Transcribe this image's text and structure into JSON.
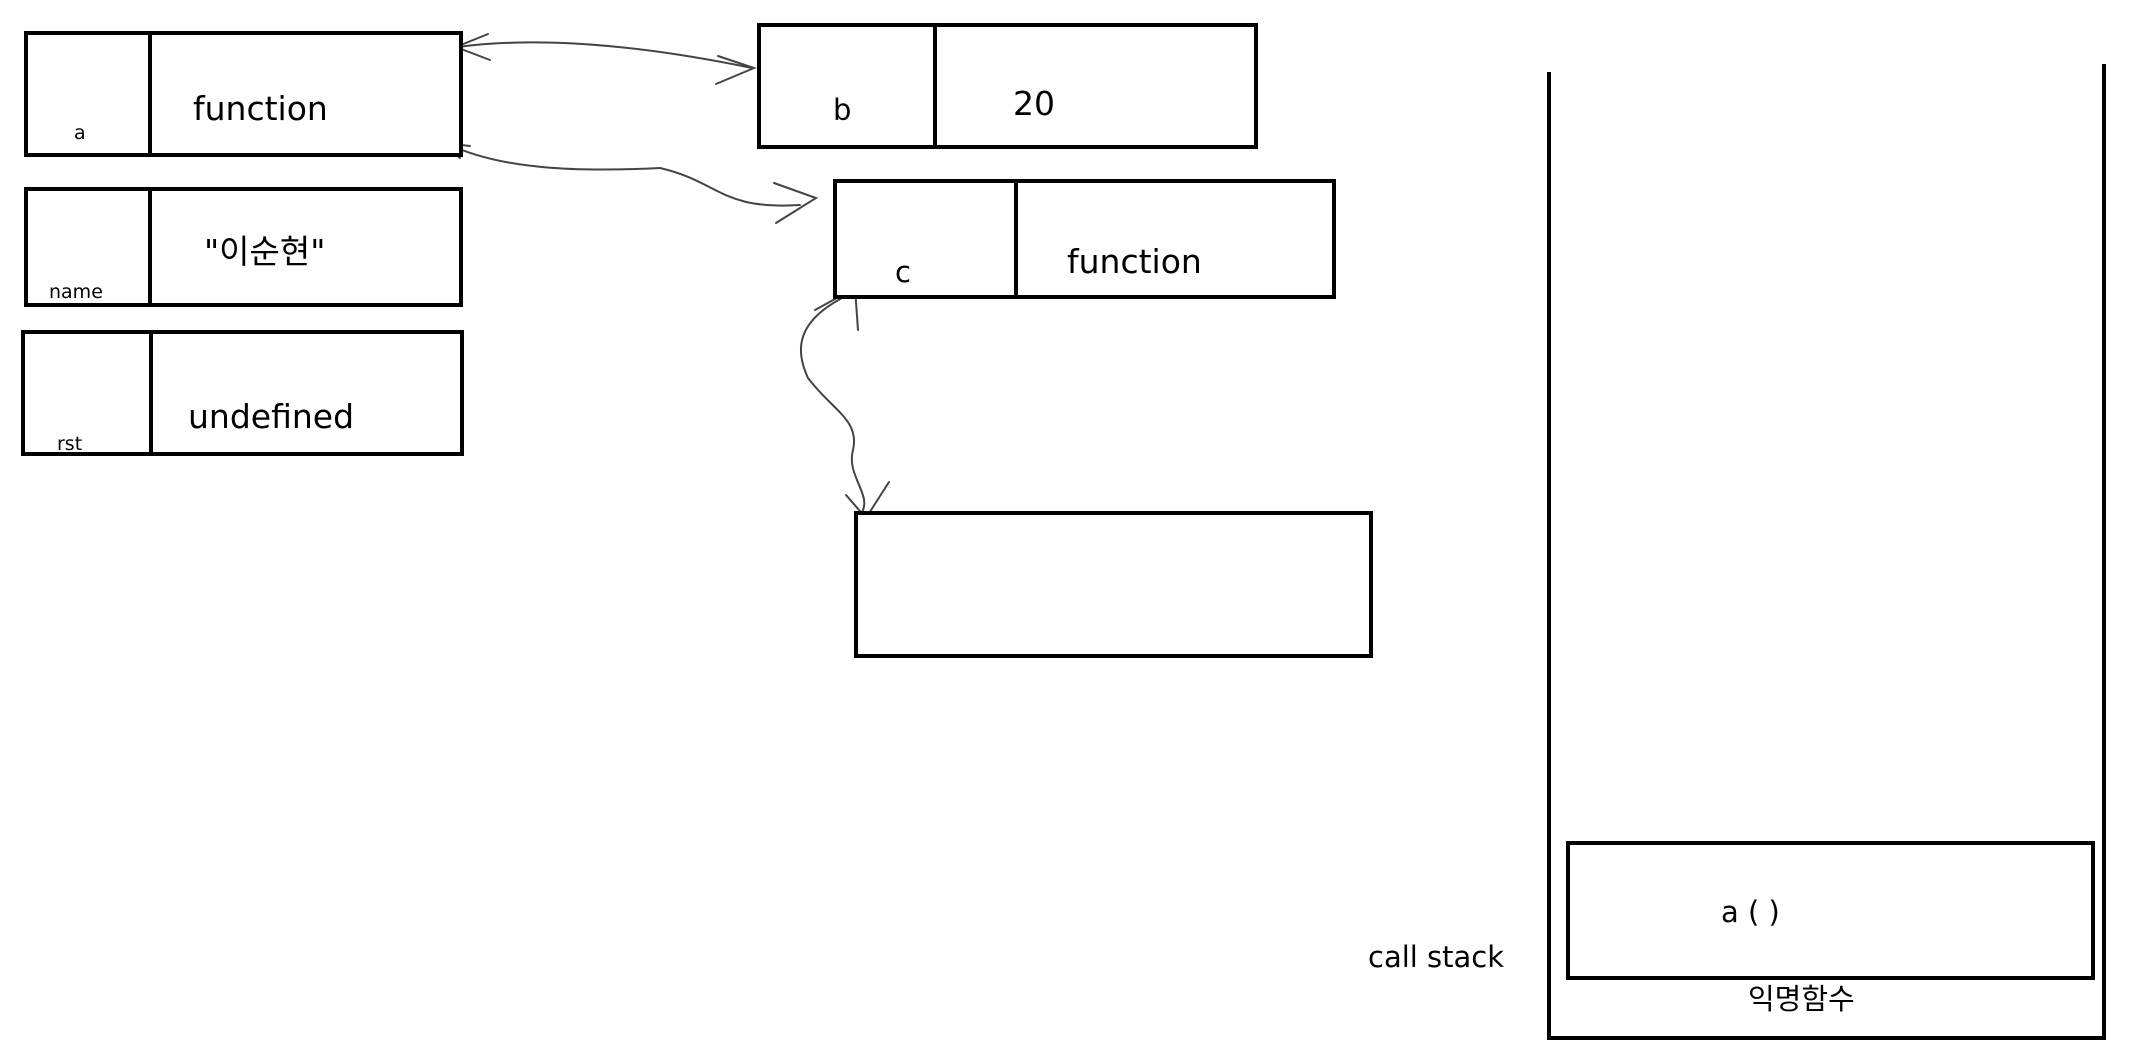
{
  "memory": {
    "a": {
      "name": "a",
      "value": "function"
    },
    "name": {
      "name": "name",
      "value": "\"이순현\""
    },
    "rst": {
      "name": "rst",
      "value": "undefined"
    },
    "b": {
      "name": "b",
      "value": "20"
    },
    "c": {
      "name": "c",
      "value": "function"
    }
  },
  "call_stack": {
    "label": "call stack",
    "frames": [
      {
        "label": "a ( )"
      }
    ],
    "base_label": "익명함수"
  }
}
